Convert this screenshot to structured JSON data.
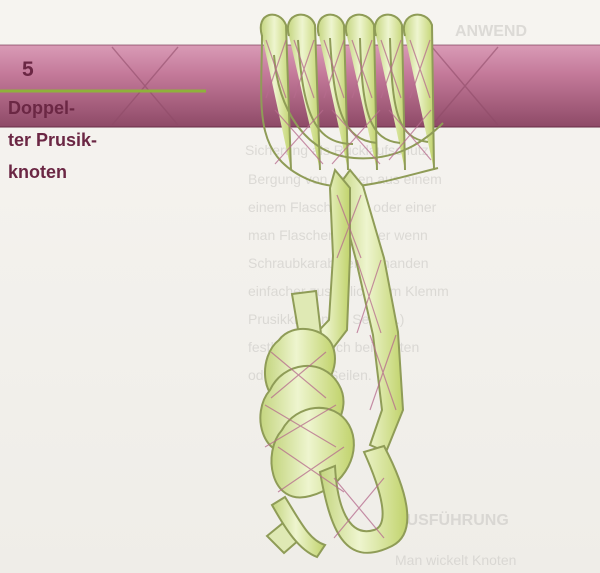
{
  "figure": {
    "step_number": "5",
    "title_lines": [
      "Doppel-",
      "ter Prusik-",
      "knoten"
    ]
  },
  "colors": {
    "bar": "#c47a9a",
    "bar_dark": "#8e4a67",
    "rope": "#dfe9b4",
    "rope_core": "#c9dc79",
    "rope_edge": "#8f9c57",
    "rope_cross": "#b66b8d",
    "label": "#6b2744"
  },
  "icons": {
    "rope": "rope-illustration",
    "bar": "horizontal-bar"
  }
}
